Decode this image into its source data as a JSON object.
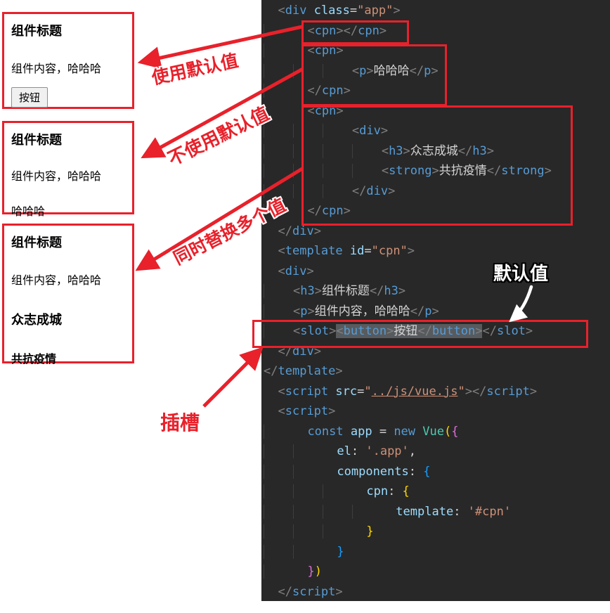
{
  "colors": {
    "annotation_red": "#e8212b",
    "editor_background": "#282828",
    "tag_blue": "#569cd6",
    "attribute_blue": "#9cdcfe",
    "string_orange": "#ce9178",
    "punctuation_gray": "#808080",
    "plain_text": "#d4d4d4",
    "type_teal": "#4ec9b0",
    "bracket_gold": "#ffd700",
    "bracket_pink": "#da70d6",
    "bracket_blue": "#179fff",
    "selection_gray": "#585b5e"
  },
  "preview": {
    "boxes": [
      {
        "title": "组件标题",
        "content": "组件内容，哈哈哈",
        "button_label": "按钮"
      },
      {
        "title": "组件标题",
        "content": "组件内容，哈哈哈",
        "extra": "哈哈哈"
      },
      {
        "title": "组件标题",
        "content": "组件内容，哈哈哈",
        "subtitle": "众志成城",
        "strong_text": "共抗疫情"
      }
    ]
  },
  "annotations": {
    "use_default": "使用默认值",
    "not_use_default": "不使用默认值",
    "replace_multiple": "同时替换多个值",
    "slot": "插槽",
    "default_value": "默认值"
  },
  "editor": {
    "lines": [
      {
        "i": 2,
        "t": [
          [
            "b",
            "<"
          ],
          [
            "t",
            "div"
          ],
          [
            "w",
            " "
          ],
          [
            "a",
            "class"
          ],
          [
            "w",
            "="
          ],
          [
            "s",
            "\"app\""
          ],
          [
            "b",
            ">"
          ]
        ]
      },
      {
        "i": 6,
        "t": [
          [
            "b",
            "<"
          ],
          [
            "t",
            "cpn"
          ],
          [
            "b",
            "></"
          ],
          [
            "t",
            "cpn"
          ],
          [
            "b",
            ">"
          ]
        ]
      },
      {
        "i": 6,
        "t": [
          [
            "b",
            "<"
          ],
          [
            "t",
            "cpn"
          ],
          [
            "b",
            ">"
          ]
        ]
      },
      {
        "i": 12,
        "t": [
          [
            "b",
            "<"
          ],
          [
            "t",
            "p"
          ],
          [
            "b",
            ">"
          ],
          [
            "w",
            "哈哈哈"
          ],
          [
            "b",
            "</"
          ],
          [
            "t",
            "p"
          ],
          [
            "b",
            ">"
          ]
        ]
      },
      {
        "i": 6,
        "t": [
          [
            "b",
            "</"
          ],
          [
            "t",
            "cpn"
          ],
          [
            "b",
            ">"
          ]
        ]
      },
      {
        "i": 6,
        "t": [
          [
            "b",
            "<"
          ],
          [
            "t",
            "cpn"
          ],
          [
            "b",
            ">"
          ]
        ]
      },
      {
        "i": 12,
        "t": [
          [
            "b",
            "<"
          ],
          [
            "t",
            "div"
          ],
          [
            "b",
            ">"
          ]
        ]
      },
      {
        "i": 16,
        "t": [
          [
            "b",
            "<"
          ],
          [
            "t",
            "h3"
          ],
          [
            "b",
            ">"
          ],
          [
            "w",
            "众志成城"
          ],
          [
            "b",
            "</"
          ],
          [
            "t",
            "h3"
          ],
          [
            "b",
            ">"
          ]
        ]
      },
      {
        "i": 16,
        "t": [
          [
            "b",
            "<"
          ],
          [
            "t",
            "strong"
          ],
          [
            "b",
            ">"
          ],
          [
            "w",
            "共抗疫情"
          ],
          [
            "b",
            "</"
          ],
          [
            "t",
            "strong"
          ],
          [
            "b",
            ">"
          ]
        ]
      },
      {
        "i": 12,
        "t": [
          [
            "b",
            "</"
          ],
          [
            "t",
            "div"
          ],
          [
            "b",
            ">"
          ]
        ]
      },
      {
        "i": 6,
        "t": [
          [
            "b",
            "</"
          ],
          [
            "t",
            "cpn"
          ],
          [
            "b",
            ">"
          ]
        ]
      },
      {
        "i": 2,
        "t": [
          [
            "b",
            "</"
          ],
          [
            "t",
            "div"
          ],
          [
            "b",
            ">"
          ]
        ]
      },
      {
        "i": 2,
        "t": [
          [
            "b",
            "<"
          ],
          [
            "t",
            "template"
          ],
          [
            "w",
            " "
          ],
          [
            "a",
            "id"
          ],
          [
            "w",
            "="
          ],
          [
            "s",
            "\"cpn\""
          ],
          [
            "b",
            ">"
          ]
        ]
      },
      {
        "i": 2,
        "t": [
          [
            "b",
            "<"
          ],
          [
            "t",
            "div"
          ],
          [
            "b",
            ">"
          ]
        ]
      },
      {
        "i": 4,
        "t": [
          [
            "b",
            "<"
          ],
          [
            "t",
            "h3"
          ],
          [
            "b",
            ">"
          ],
          [
            "w",
            "组件标题"
          ],
          [
            "b",
            "</"
          ],
          [
            "t",
            "h3"
          ],
          [
            "b",
            ">"
          ]
        ]
      },
      {
        "i": 4,
        "t": [
          [
            "b",
            "<"
          ],
          [
            "t",
            "p"
          ],
          [
            "b",
            ">"
          ],
          [
            "w",
            "组件内容，哈哈哈"
          ],
          [
            "b",
            "</"
          ],
          [
            "t",
            "p"
          ],
          [
            "b",
            ">"
          ]
        ]
      },
      {
        "i": 4,
        "t": [
          [
            "b",
            "<"
          ],
          [
            "t",
            "slot"
          ],
          [
            "b",
            ">"
          ],
          [
            "b hl",
            "<"
          ],
          [
            "t hl",
            "button"
          ],
          [
            "b hl",
            ">"
          ],
          [
            "w hl",
            "按钮"
          ],
          [
            "b hl",
            "</"
          ],
          [
            "t hl",
            "button"
          ],
          [
            "b hl",
            ">"
          ],
          [
            "b",
            "</"
          ],
          [
            "t",
            "slot"
          ],
          [
            "b",
            ">"
          ]
        ]
      },
      {
        "i": 2,
        "t": [
          [
            "b",
            "</"
          ],
          [
            "t",
            "div"
          ],
          [
            "b",
            ">"
          ]
        ]
      },
      {
        "i": 0,
        "t": [
          [
            "b",
            "</"
          ],
          [
            "t",
            "template"
          ],
          [
            "b",
            ">"
          ]
        ]
      },
      {
        "i": 2,
        "t": [
          [
            "b",
            "<"
          ],
          [
            "t",
            "script"
          ],
          [
            "w",
            " "
          ],
          [
            "a",
            "src"
          ],
          [
            "w",
            "="
          ],
          [
            "s",
            "\""
          ],
          [
            "u",
            "../js/vue.js"
          ],
          [
            "s",
            "\""
          ],
          [
            "b",
            "></"
          ],
          [
            "t",
            "script"
          ],
          [
            "b",
            ">"
          ]
        ]
      },
      {
        "i": 2,
        "t": [
          [
            "b",
            "<"
          ],
          [
            "t",
            "script"
          ],
          [
            "b",
            ">"
          ]
        ]
      },
      {
        "i": 6,
        "t": [
          [
            "t",
            "const"
          ],
          [
            "w",
            " "
          ],
          [
            "a",
            "app"
          ],
          [
            "w",
            " = "
          ],
          [
            "t",
            "new"
          ],
          [
            "w",
            " "
          ],
          [
            "ty",
            "Vue"
          ],
          [
            "g",
            "("
          ],
          [
            "pk",
            "{"
          ]
        ]
      },
      {
        "i": 10,
        "t": [
          [
            "a",
            "el"
          ],
          [
            "w",
            ": "
          ],
          [
            "s",
            "'.app'"
          ],
          [
            "w",
            ","
          ]
        ]
      },
      {
        "i": 10,
        "t": [
          [
            "a",
            "components"
          ],
          [
            "w",
            ": "
          ],
          [
            "bl",
            "{"
          ]
        ]
      },
      {
        "i": 14,
        "t": [
          [
            "a",
            "cpn"
          ],
          [
            "w",
            ": "
          ],
          [
            "g",
            "{"
          ]
        ]
      },
      {
        "i": 18,
        "t": [
          [
            "a",
            "template"
          ],
          [
            "w",
            ": "
          ],
          [
            "s",
            "'#cpn'"
          ]
        ]
      },
      {
        "i": 14,
        "t": [
          [
            "g",
            "}"
          ]
        ]
      },
      {
        "i": 10,
        "t": [
          [
            "bl",
            "}"
          ]
        ]
      },
      {
        "i": 6,
        "t": [
          [
            "pk",
            "}"
          ],
          [
            "g",
            ")"
          ]
        ]
      },
      {
        "i": 2,
        "t": [
          [
            "b",
            "</"
          ],
          [
            "t",
            "script"
          ],
          [
            "b",
            ">"
          ]
        ]
      }
    ]
  }
}
